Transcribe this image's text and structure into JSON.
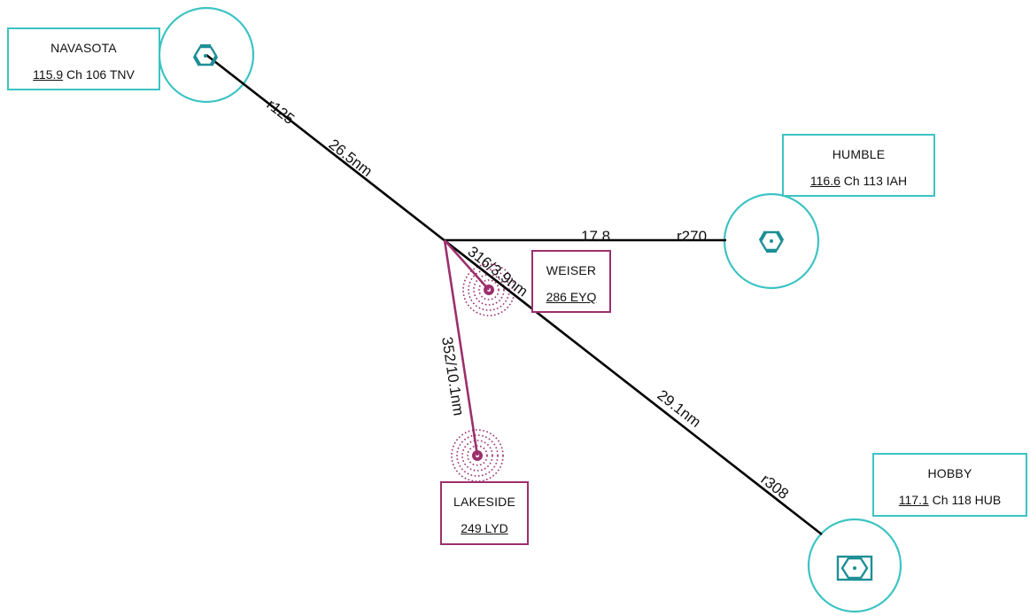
{
  "stations": {
    "navasota": {
      "name": "NAVASOTA",
      "freq": "115.9",
      "rest": " Ch 106 TNV",
      "type": "VOR"
    },
    "humble": {
      "name": "HUMBLE",
      "freq": "116.6",
      "rest": " Ch 113 IAH",
      "type": "VOR"
    },
    "hobby": {
      "name": "HOBBY",
      "freq": "117.1",
      "rest": " Ch 118 HUB",
      "type": "VOR"
    },
    "weiser": {
      "name": "WEISER",
      "freq": "286 EYQ",
      "type": "NDB"
    },
    "lakeside": {
      "name": "LAKESIDE",
      "freq": "249 LYD",
      "type": "NDB"
    }
  },
  "routes": {
    "navasota_radial": "r125",
    "navasota_distance": "26.5nm",
    "humble_distance": "17.8",
    "humble_radial": "r270",
    "hobby_distance": "29.1nm",
    "hobby_radial": "r308",
    "weiser_bearing": "316/3.9nm",
    "lakeside_bearing": "352/10.1nm"
  },
  "colors": {
    "vor": "#3cc3c3",
    "vor_symbol": "#1e8f96",
    "ndb": "#9c2f6c",
    "route": "#000000"
  }
}
